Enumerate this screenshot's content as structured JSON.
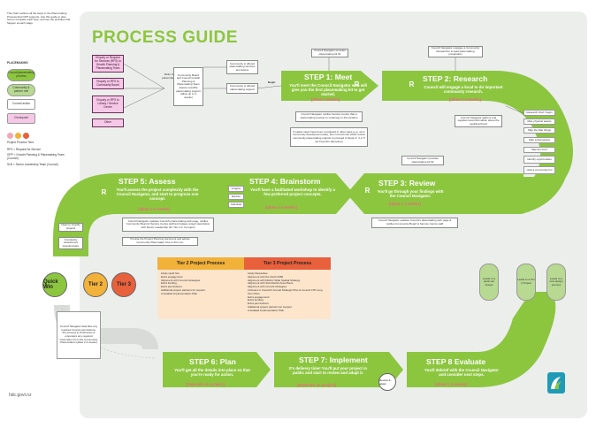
{
  "title": "PROCESS GUIDE",
  "intro": "This chart outlines all the steps in the Placemaking Process that GPP supports. Use this guide to plan how to complete each step, and see the activities that happen at each stage.",
  "legend": {
    "heading": "PLACEMAKING",
    "items": [
      {
        "label": "Council/placemaking process",
        "color": "#8cc63f"
      },
      {
        "label": "Community & partner role",
        "color": "#b8d992"
      },
      {
        "label": "Council action",
        "color": "#ffffff"
      },
      {
        "label": "Checkpoint",
        "color": "#f6c8e7"
      }
    ],
    "tier_dots_label": "Project Process Tiers",
    "tier_dot_colors": [
      "#f4a7b4",
      "#f2b23a",
      "#e8613c"
    ],
    "abbr": [
      "RFS = Request for Service",
      "GPP = Growth Planning & Placemaking Team (Council)",
      "SLB = Senior Leadership Team (Council)"
    ]
  },
  "entry": {
    "options": [
      "Enquiry or Request for Services (RFS) to Growth Planning & Placemaking Team",
      "Enquiry or RFS to Community Board",
      "Enquiry or RFS to Library / Service Centre",
      "Other"
    ],
    "refer": "Refer to possible placemaking support",
    "board": "Community Board and Council Growth Planning & Placemaking Team assess possible placemaking support (allow up to 4 weeks)",
    "offered": "Community is offered placemaking services and advice",
    "interested": "Community is offered placemaking support",
    "begin": "Begin"
  },
  "step1": {
    "heading": "STEP 1: Meet",
    "body": "You'll meet the Council Navigator who will give you the first placemaking kit to get started.",
    "duration": "[allow 2 weeks]",
    "pre": "Council Navigator provides placemaking kit #1",
    "note1": "Council Navigator notifies Service Centre that a placemaking process is underway in this location",
    "note2": "If earlier steps have been completed in other ways (e.g. via a community development plan), then Council can either review community placemaking outputs to proceed to Steps 3, 4 or 5 (at Council's discretion)"
  },
  "step2": {
    "heading": "STEP 2: Research",
    "body": "Council will engage a local to do important community research.",
    "duration": "[allow 2-4 weeks]",
    "pre": "Council Navigator engages a Community Researcher to lead placemaking preparation",
    "note": "Council Navigator gathers and supplies local information about the neighbourhood",
    "tasks": [
      "Research brief / begin",
      "Map physical assets",
      "Map the little things",
      "Map social assets",
      "Map the buzz",
      "Identify opportunities",
      "Hold a community hui"
    ]
  },
  "step3": {
    "heading": "STEP 3: Review",
    "body": "You'll go through your findings with the Council Navigator.",
    "duration": "[allow 1-2 weeks]",
    "pre": "Council Navigator provides placemaking kit #2",
    "note": "Council Navigator updates Council's placemaking web page & notifies Community Board & Service Centre staff"
  },
  "step4": {
    "heading": "STEP 4: Brainstorm",
    "body": "You'll have a facilitated workshop to identify a few preferred project concepts.",
    "duration": "[allow 2-3 weeks]",
    "labels": [
      "Imagine",
      "Explore",
      "Calculate"
    ]
  },
  "step5": {
    "heading": "STEP 5: Assess",
    "body": "You'll assess the project complexity with the Council Navigator, and start to progress one concept.",
    "duration": "[allow 1-2 weeks]",
    "note1": "Council Navigator updates Council's placemaking web page, notifies Community Board & Service Centre staff and lodges project description with Senior Leadership (for Tier 2 or 3 project)",
    "note2": "Provide the Project Planning document and advise Community Placemaker how to fill it out.",
    "ideas": "Ideas to simplify projects",
    "complexity": "Complexity Assessment Questionnaire"
  },
  "tiers": {
    "quick": "Quick Win",
    "tier2": "Tier 2",
    "tier3": "Tier 3",
    "tier2_title": "Tier 2 Project Process",
    "tier3_title": "Tier 3 Project Process",
    "tier2_items": [
      "Likely rapid hire",
      "Extra engagement",
      "Alignment with Council strategies",
      "Extra funding",
      "Extra permissions",
      "Additional project partners for support",
      "A detailed implementation Plan"
    ],
    "tier3_items": [
      "Likely Requisites",
      "Alignment with the North 2050",
      "Alignment with District Wide Spatial Strategy",
      "Alignment with Sub-District Area Plans",
      "Alignment with Council strategies",
      "Inclusion in Council's Annual Strategic Plan & Council LTP Long Term Plan",
      "Extra engagement",
      "Extra funding",
      "Extra permissions",
      "Additional project partners for support",
      "A detailed implementation Plan"
    ]
  },
  "leads": [
    "Leads to a quick win design",
    "Leads to a Tier 2 Project",
    "Leads to a new design process"
  ],
  "left_note": "Council Navigator data files any required Council permissions, the process & timeframes & empowers any required information from the Community Placemakers (allow 2-3 weeks)",
  "step6": {
    "heading": "STEP 6: Plan",
    "body": "You'll get all the details into place so that you're ready for action.",
    "duration": "[Depends on project]"
  },
  "step7": {
    "heading": "STEP 7: Implement",
    "body": "It's delivery time! You'll put your project in public and start to review and adapt it.",
    "duration": "[Depends on project]",
    "review": "Review & adapt"
  },
  "step8": {
    "heading": "STEP 8 Evaluate",
    "body": "You'll debrief with the Council Navigator and consider next steps.",
    "duration": "[allow 2-4 weeks]"
  },
  "footer": "hdc.govt.nz",
  "colors": {
    "green": "#8cc63f",
    "lightgreen": "#b8d992",
    "grey": "#eceeec",
    "pink": "#f6c8e7",
    "coral": "#e96a7b",
    "tier2": "#f2b23a",
    "tier3": "#e8613c",
    "logo": "#1f9bb5"
  }
}
